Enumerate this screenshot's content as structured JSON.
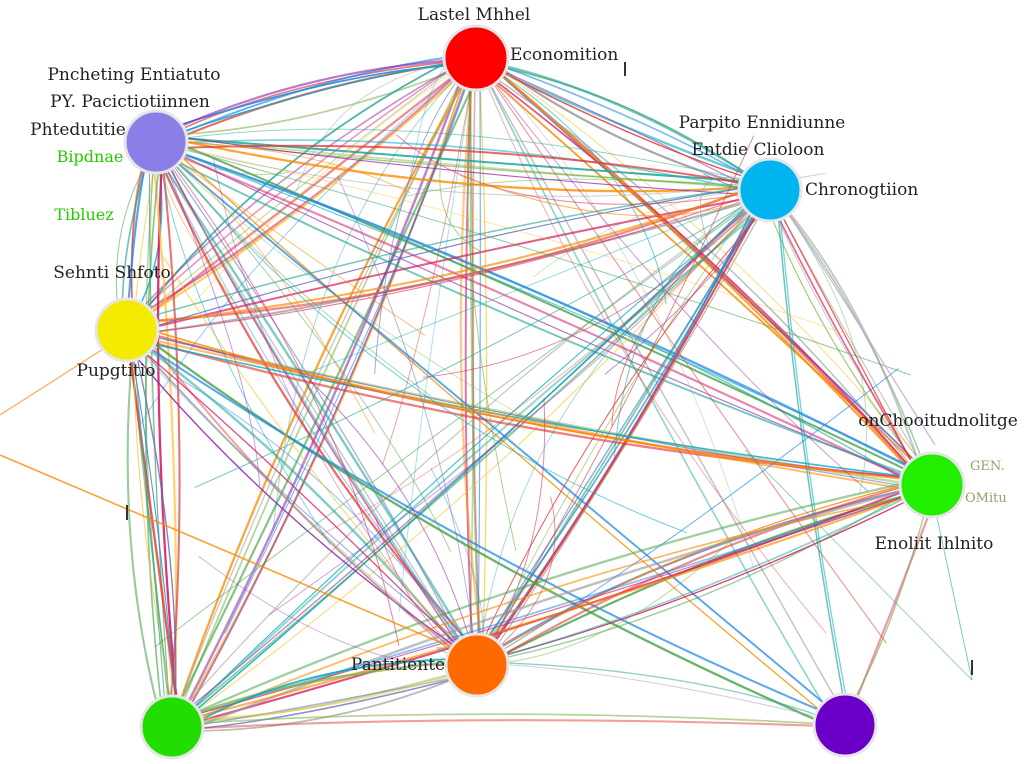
{
  "graph": {
    "nodes": [
      {
        "id": "red",
        "color": "#ff0000"
      },
      {
        "id": "lavender",
        "color": "#8a7fe6"
      },
      {
        "id": "cyan",
        "color": "#00b4f0"
      },
      {
        "id": "yellow",
        "color": "#f4ec00"
      },
      {
        "id": "lime",
        "color": "#22ee00"
      },
      {
        "id": "orange",
        "color": "#ff6a00"
      },
      {
        "id": "green",
        "color": "#22dd00"
      },
      {
        "id": "purple",
        "color": "#6a00c8"
      }
    ],
    "edge_colors": [
      "#e53935",
      "#43a047",
      "#1e88e5",
      "#fbc02d",
      "#8e24aa",
      "#00acc1",
      "#fb8c00",
      "#7cb342",
      "#5c6bc0",
      "#d81b60",
      "#26a69a",
      "#9e9e9e"
    ]
  },
  "labels": {
    "red_top": "Lastel Mhhel",
    "red_right": "Economition",
    "lav_1": "Pncheting Entiatuto",
    "lav_2": "PY. Pacictiotiinnen",
    "lav_3": "Phtedutitie",
    "lav_green_1": "Bipdnae",
    "lav_green_2": "Tibluez",
    "cyan_1": "Parpito Ennidiunne",
    "cyan_2": "Entdie Clioloon",
    "cyan_3": "Chronogtiion",
    "yellow_1": "Sehnti Shfoto",
    "yellow_2": "Pupgtitio",
    "lime_1": "onChooitudnolitge",
    "lime_2": "Enoliit Ihlnito",
    "lime_side_1": "GEN.",
    "lime_side_2": "OMitu",
    "orange_1": "Pantitiente"
  }
}
